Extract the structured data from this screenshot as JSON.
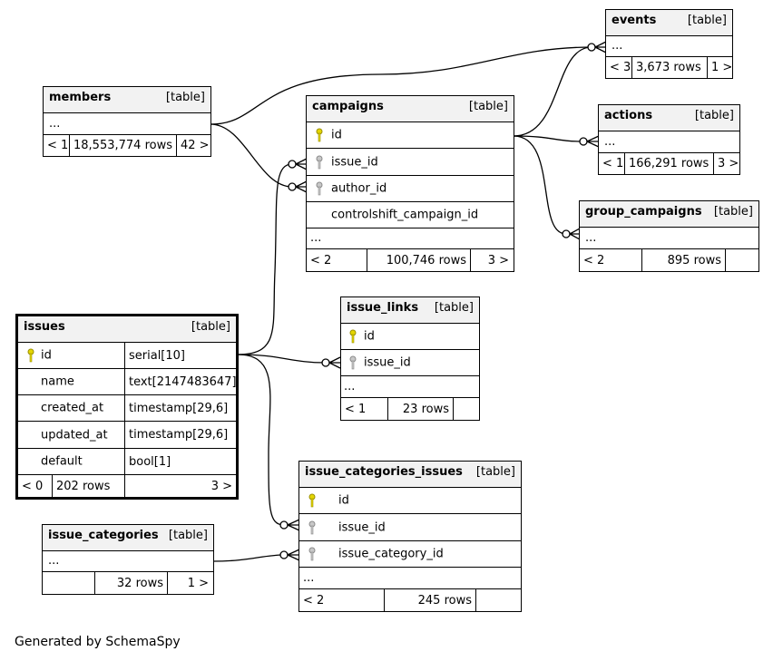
{
  "type_label": "[table]",
  "ellipsis": "...",
  "footer": "Generated by SchemaSpy",
  "tables": {
    "events": {
      "name": "events",
      "footer": [
        "< 3",
        "3,673 rows",
        "1 >"
      ]
    },
    "members": {
      "name": "members",
      "footer": [
        "< 1",
        "18,553,774 rows",
        "42 >"
      ]
    },
    "campaigns": {
      "name": "campaigns",
      "columns": [
        {
          "name": "id",
          "key": "primary"
        },
        {
          "name": "issue_id",
          "key": "foreign"
        },
        {
          "name": "author_id",
          "key": "foreign"
        },
        {
          "name": "controlshift_campaign_id",
          "key": "none"
        }
      ],
      "footer": [
        "< 2",
        "100,746 rows",
        "3 >"
      ]
    },
    "actions": {
      "name": "actions",
      "footer": [
        "< 1",
        "166,291 rows",
        "3 >"
      ]
    },
    "group_campaigns": {
      "name": "group_campaigns",
      "footer": [
        "< 2",
        "895 rows",
        ""
      ]
    },
    "issues": {
      "name": "issues",
      "columns": [
        {
          "name": "id",
          "type": "serial[10]",
          "key": "primary"
        },
        {
          "name": "name",
          "type": "text[2147483647]",
          "key": "none"
        },
        {
          "name": "created_at",
          "type": "timestamp[29,6]",
          "key": "none"
        },
        {
          "name": "updated_at",
          "type": "timestamp[29,6]",
          "key": "none"
        },
        {
          "name": "default",
          "type": "bool[1]",
          "key": "none"
        }
      ],
      "footer": [
        "< 0",
        "202 rows",
        "3 >"
      ]
    },
    "issue_links": {
      "name": "issue_links",
      "columns": [
        {
          "name": "id",
          "key": "primary"
        },
        {
          "name": "issue_id",
          "key": "foreign"
        }
      ],
      "footer": [
        "< 1",
        "23 rows",
        ""
      ]
    },
    "issue_categories_issues": {
      "name": "issue_categories_issues",
      "columns": [
        {
          "name": "id",
          "key": "primary"
        },
        {
          "name": "issue_id",
          "key": "foreign"
        },
        {
          "name": "issue_category_id",
          "key": "foreign"
        }
      ],
      "footer": [
        "< 2",
        "245 rows",
        ""
      ]
    },
    "issue_categories": {
      "name": "issue_categories",
      "footer": [
        "",
        "32 rows",
        "1 >"
      ]
    }
  },
  "relationships": [
    {
      "from": "members",
      "to": "events"
    },
    {
      "from": "members",
      "to": "campaigns.author_id"
    },
    {
      "from": "campaigns",
      "to": "events"
    },
    {
      "from": "campaigns",
      "to": "actions"
    },
    {
      "from": "campaigns",
      "to": "group_campaigns"
    },
    {
      "from": "issues.id",
      "to": "campaigns.issue_id"
    },
    {
      "from": "issues.id",
      "to": "issue_links.issue_id"
    },
    {
      "from": "issues.id",
      "to": "issue_categories_issues.issue_id"
    },
    {
      "from": "issue_categories",
      "to": "issue_categories_issues.issue_category_id"
    }
  ]
}
